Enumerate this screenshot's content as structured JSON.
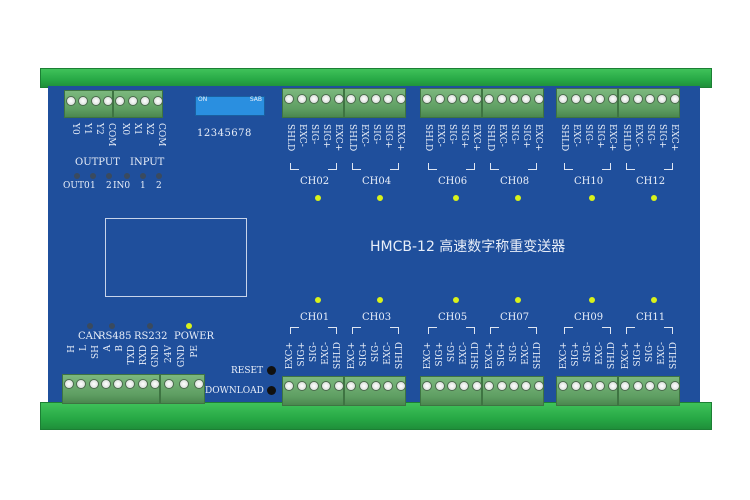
{
  "title": "HMCB-12 高速数字称重变送器",
  "colors": {
    "board": "#1f4f9c",
    "rail": "#27a845",
    "terminal": "#5e9e62",
    "led_on": "#d9f21a",
    "led_off": "#3a4a5e"
  },
  "io": {
    "output_pins": [
      "Y0",
      "Y1",
      "Y2",
      "COM"
    ],
    "input_pins": [
      "X0",
      "X1",
      "X2",
      "COM"
    ],
    "output_label": "OUTPUT",
    "input_label": "INPUT",
    "led_labels": [
      "OUT0",
      "1",
      "2",
      "IN0",
      "1",
      "2"
    ]
  },
  "dip": {
    "on_label": "ON",
    "sab_label": "SAB",
    "numbers": "12345678"
  },
  "top_pins": [
    "SHLD",
    "EXC-",
    "SIG-",
    "SIG+",
    "EXC+"
  ],
  "bottom_pins": [
    "EXC+",
    "SIG+",
    "SIG-",
    "EXC-",
    "SHLD"
  ],
  "top_channels": [
    "CH02",
    "CH04",
    "CH06",
    "CH08",
    "CH10",
    "CH12"
  ],
  "bottom_channels": [
    "CH01",
    "CH03",
    "CH05",
    "CH07",
    "CH09",
    "CH11"
  ],
  "comm": {
    "can": "CAN",
    "rs485": "RS485",
    "rs232": "RS232",
    "power": "POWER",
    "pins": [
      "H",
      "L",
      "SH",
      "A",
      "B",
      "TXD",
      "RXD",
      "GND"
    ],
    "power_pins": [
      "24V",
      "GND",
      "PE"
    ]
  },
  "buttons": {
    "reset": "RESET",
    "download": "DOWNLOAD"
  }
}
